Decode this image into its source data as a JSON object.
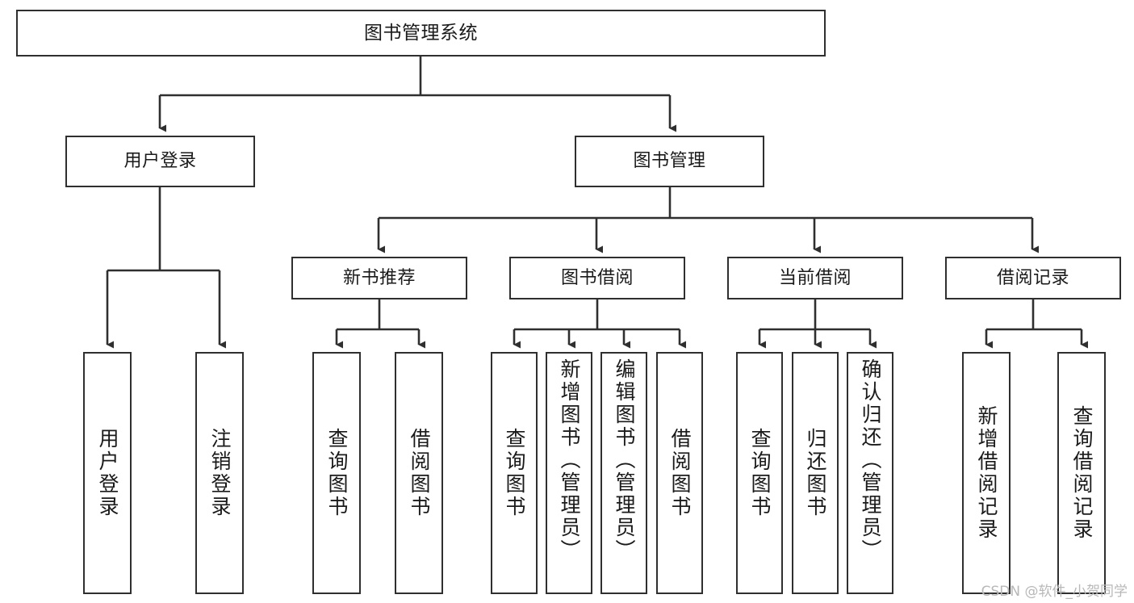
{
  "diagram": {
    "title": "图书管理系统",
    "type": "tree-hierarchy",
    "root": {
      "id": "root",
      "label": "图书管理系统"
    },
    "level1": [
      {
        "id": "user-login",
        "label": "用户登录"
      },
      {
        "id": "book-manage",
        "label": "图书管理"
      }
    ],
    "level2": [
      {
        "id": "new-book-rec",
        "label": "新书推荐",
        "parent": "book-manage"
      },
      {
        "id": "book-borrow",
        "label": "图书借阅",
        "parent": "book-manage"
      },
      {
        "id": "current-borrow",
        "label": "当前借阅",
        "parent": "book-manage"
      },
      {
        "id": "borrow-record",
        "label": "借阅记录",
        "parent": "book-manage"
      }
    ],
    "leaves": [
      {
        "id": "leaf-user-login",
        "label": "用户登录",
        "parent": "user-login"
      },
      {
        "id": "leaf-logout",
        "label": "注销登录",
        "parent": "user-login"
      },
      {
        "id": "leaf-query-book-1",
        "label": "查询图书",
        "parent": "new-book-rec"
      },
      {
        "id": "leaf-borrow-book-1",
        "label": "借阅图书",
        "parent": "new-book-rec"
      },
      {
        "id": "leaf-query-book-2",
        "label": "查询图书",
        "parent": "book-borrow"
      },
      {
        "id": "leaf-add-book",
        "label": "新增图书（管理员）",
        "parent": "book-borrow"
      },
      {
        "id": "leaf-edit-book",
        "label": "编辑图书（管理员）",
        "parent": "book-borrow"
      },
      {
        "id": "leaf-borrow-book-2",
        "label": "借阅图书",
        "parent": "book-borrow"
      },
      {
        "id": "leaf-query-book-3",
        "label": "查询图书",
        "parent": "current-borrow"
      },
      {
        "id": "leaf-return-book",
        "label": "归还图书",
        "parent": "current-borrow"
      },
      {
        "id": "leaf-confirm-return",
        "label": "确认归还（管理员）",
        "parent": "current-borrow"
      },
      {
        "id": "leaf-add-record",
        "label": "新增借阅记录",
        "parent": "borrow-record"
      },
      {
        "id": "leaf-query-record",
        "label": "查询借阅记录",
        "parent": "borrow-record"
      }
    ],
    "colors": {
      "stroke": "#2f2f2f",
      "fill": "#ffffff",
      "text": "#1a1a1a",
      "watermark": "#b8b8b8"
    }
  },
  "watermark": {
    "text": "CSDN @软件_小贺同学"
  }
}
